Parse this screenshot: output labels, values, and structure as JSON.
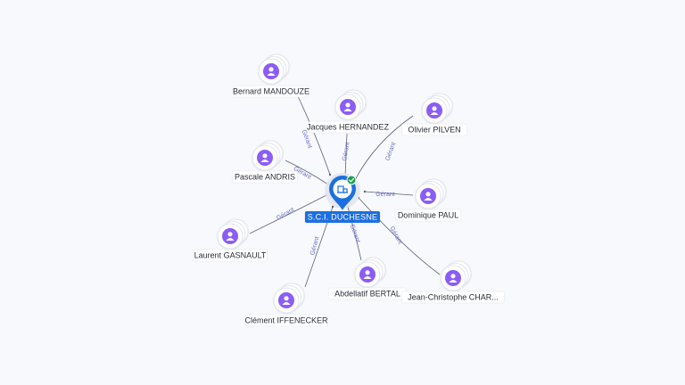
{
  "center": {
    "label": "S.C.I. DUCHESNE",
    "icon": "building-icon",
    "badge_icon": "verified-check-icon",
    "color": "#1c6fe0"
  },
  "people": [
    {
      "id": "bernard-mandouze",
      "name": "Bernard MANDOUZE",
      "relation": "Gérant"
    },
    {
      "id": "jacques-hernandez",
      "name": "Jacques HERNANDEZ",
      "relation": "Gérant"
    },
    {
      "id": "olivier-pilven",
      "name": "Olivier PILVEN",
      "relation": "Gérant"
    },
    {
      "id": "pascale-andris",
      "name": "Pascale ANDRIS",
      "relation": "Gérant"
    },
    {
      "id": "dominique-paul",
      "name": "Dominique PAUL",
      "relation": "Gérant"
    },
    {
      "id": "laurent-gasnault",
      "name": "Laurent GASNAULT",
      "relation": "Gérant"
    },
    {
      "id": "abdellatif-bertal",
      "name": "Abdellatif BERTAL",
      "relation": "Gérant"
    },
    {
      "id": "jean-christophe-char",
      "name": "Jean-Christophe CHAR...",
      "relation": "Gérant"
    },
    {
      "id": "clement-iffenecker",
      "name": "Clément IFFENECKER",
      "relation": "Gérant"
    }
  ],
  "colors": {
    "avatar": "#8b5cf6",
    "edge": "#5c6079",
    "edge_label": "#6b6fc7",
    "center": "#1c6fe0"
  },
  "icons": {
    "person": "person-icon"
  }
}
